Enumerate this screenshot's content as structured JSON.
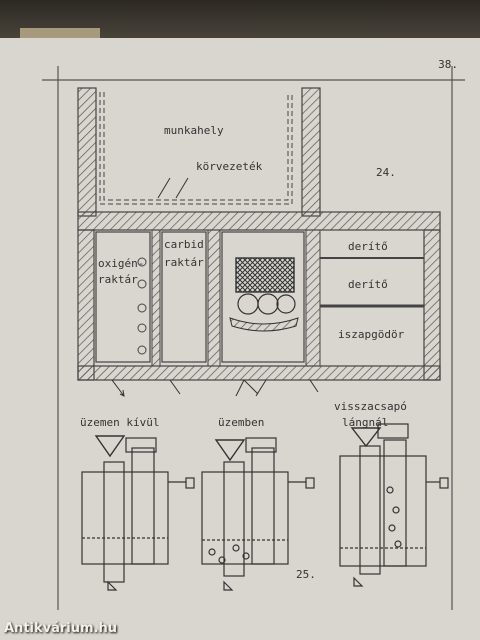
{
  "page_number": "38.",
  "figure24": {
    "number": "24.",
    "workshop_label": "munkahely",
    "pipe_label": "körvezeték",
    "oxygen_label": "oxigén-\nraktár",
    "carbide_label": "carbid\nraktár",
    "clarifier1_label": "derítő",
    "clarifier2_label": "derítő",
    "sludge_label": "iszapgödör"
  },
  "figure25": {
    "number": "25.",
    "state1": "üzemen kívül",
    "state2": "üzemben",
    "state3_line1": "visszacsapó",
    "state3_line2": "lángnál"
  },
  "watermark": "Antikvárium.hu"
}
